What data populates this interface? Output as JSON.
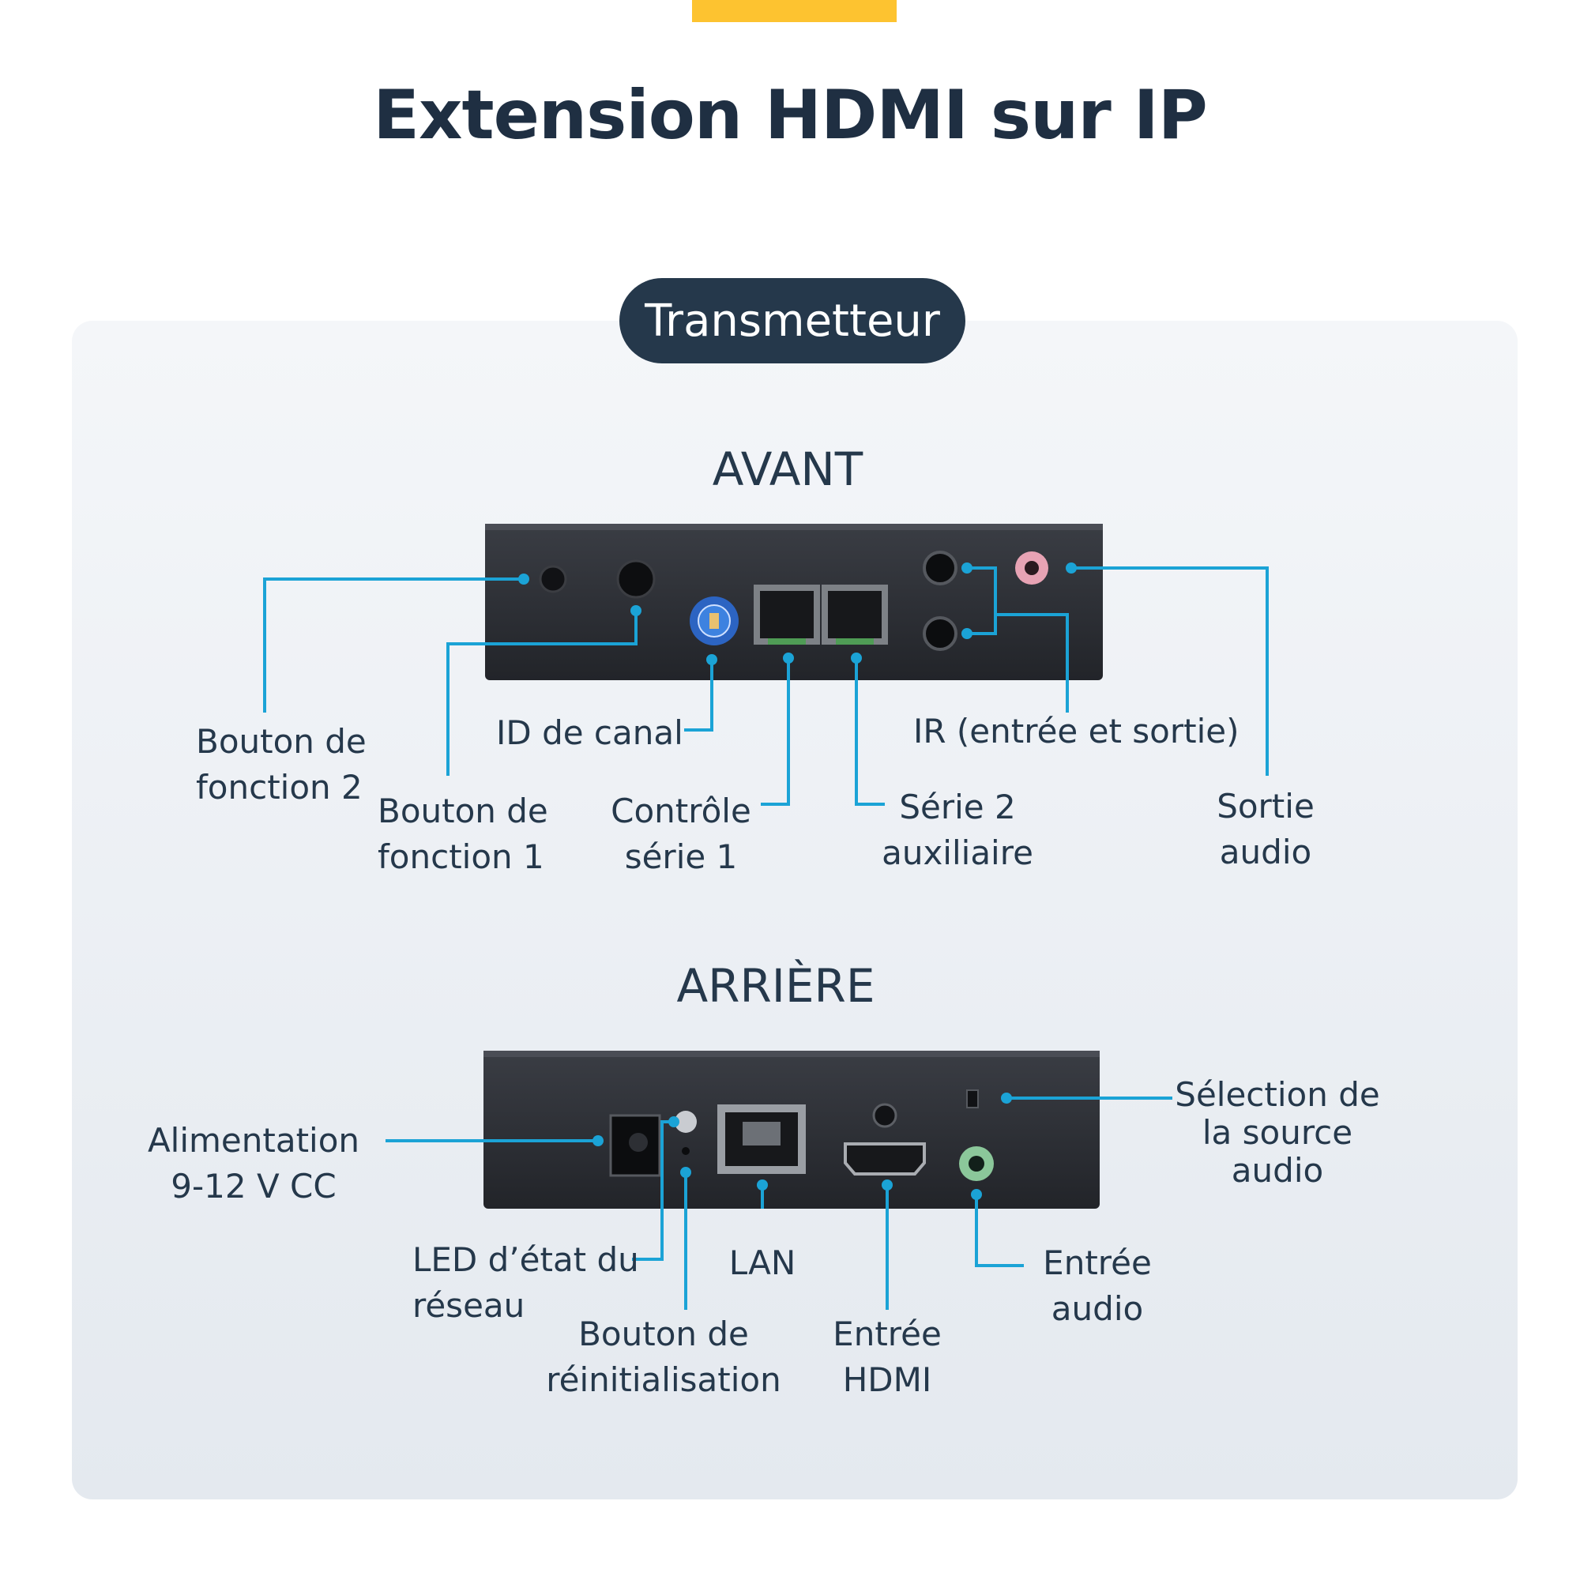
{
  "title": "Extension HDMI sur IP",
  "badge": "Transmetteur",
  "colors": {
    "accent": "#fdc330",
    "navy": "#25384b",
    "callout": "#1ba3d6",
    "device": "#2b2d33"
  },
  "front": {
    "heading": "AVANT",
    "labels": {
      "function2": "Bouton de\nfonction 2",
      "function1": "Bouton de\nfonction 1",
      "channel_id": "ID de canal",
      "serial1": "Contrôle\nsérie 1",
      "serial2": "Série 2\nauxiliaire",
      "ir": "IR (entrée et sortie)",
      "audio_out": "Sortie\naudio"
    }
  },
  "rear": {
    "heading": "ARRIÈRE",
    "labels": {
      "power": "Alimentation\n9-12 V CC",
      "led": "LED d’état du\nréseau",
      "reset": "Bouton de\nréinitialisation",
      "lan": "LAN",
      "hdmi_in": "Entrée\nHDMI",
      "audio_in": "Entrée\naudio",
      "audio_select": "Sélection de\nla source\naudio"
    }
  }
}
